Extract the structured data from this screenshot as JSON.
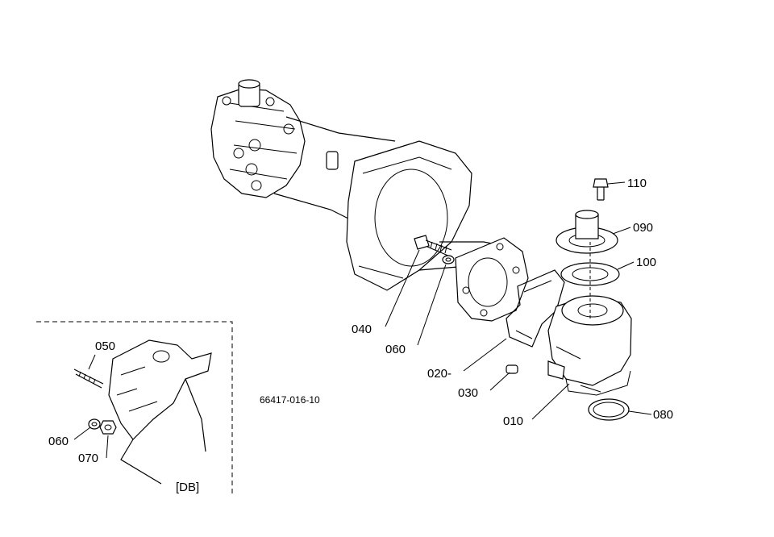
{
  "diagram": {
    "drawing_code": "66417-016-10",
    "inset_label": "[DB]",
    "callouts": {
      "c110": "110",
      "c090": "090",
      "c100": "100",
      "c040": "040",
      "c060": "060",
      "c020": "020-",
      "c030": "030",
      "c010": "010",
      "c080": "080",
      "c050": "050",
      "c060b": "060",
      "c070": "070"
    }
  }
}
